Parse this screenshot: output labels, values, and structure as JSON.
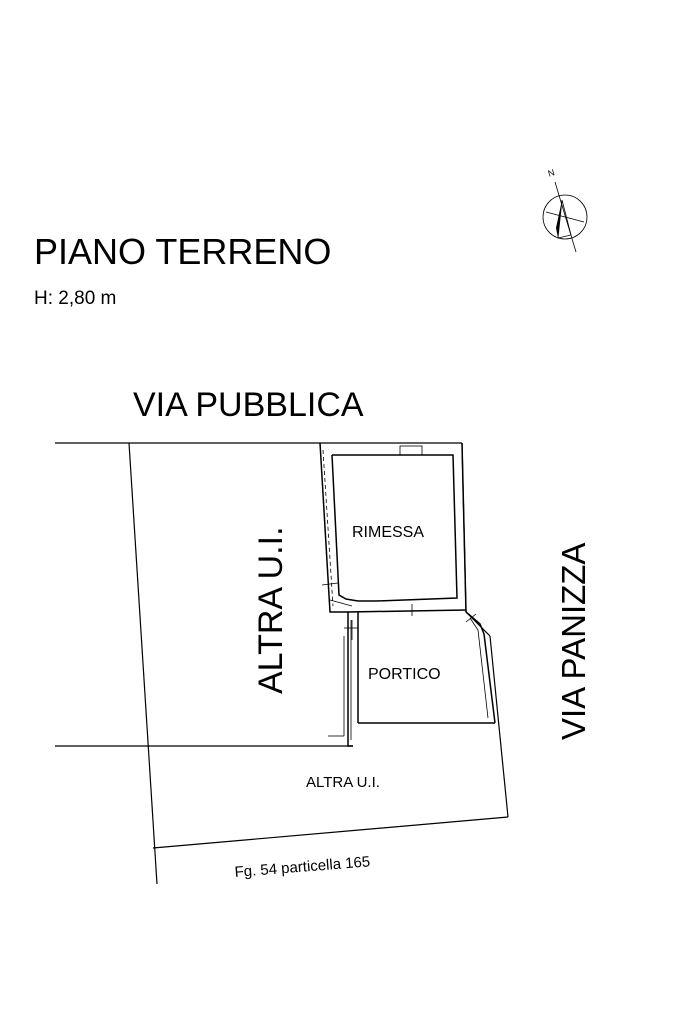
{
  "title": "PIANO TERRENO",
  "height_label": "H: 2,80 m",
  "streets": {
    "top": "VIA PUBBLICA",
    "right": "VIA PANIZZA"
  },
  "neighbors": {
    "west": "ALTRA U.I.",
    "south": "ALTRA U.I."
  },
  "rooms": {
    "rimessa": "RIMESSA",
    "portico": "PORTICO"
  },
  "cadastral_ref": "Fg. 54 particella 165",
  "compass": {
    "north_label": "N"
  }
}
